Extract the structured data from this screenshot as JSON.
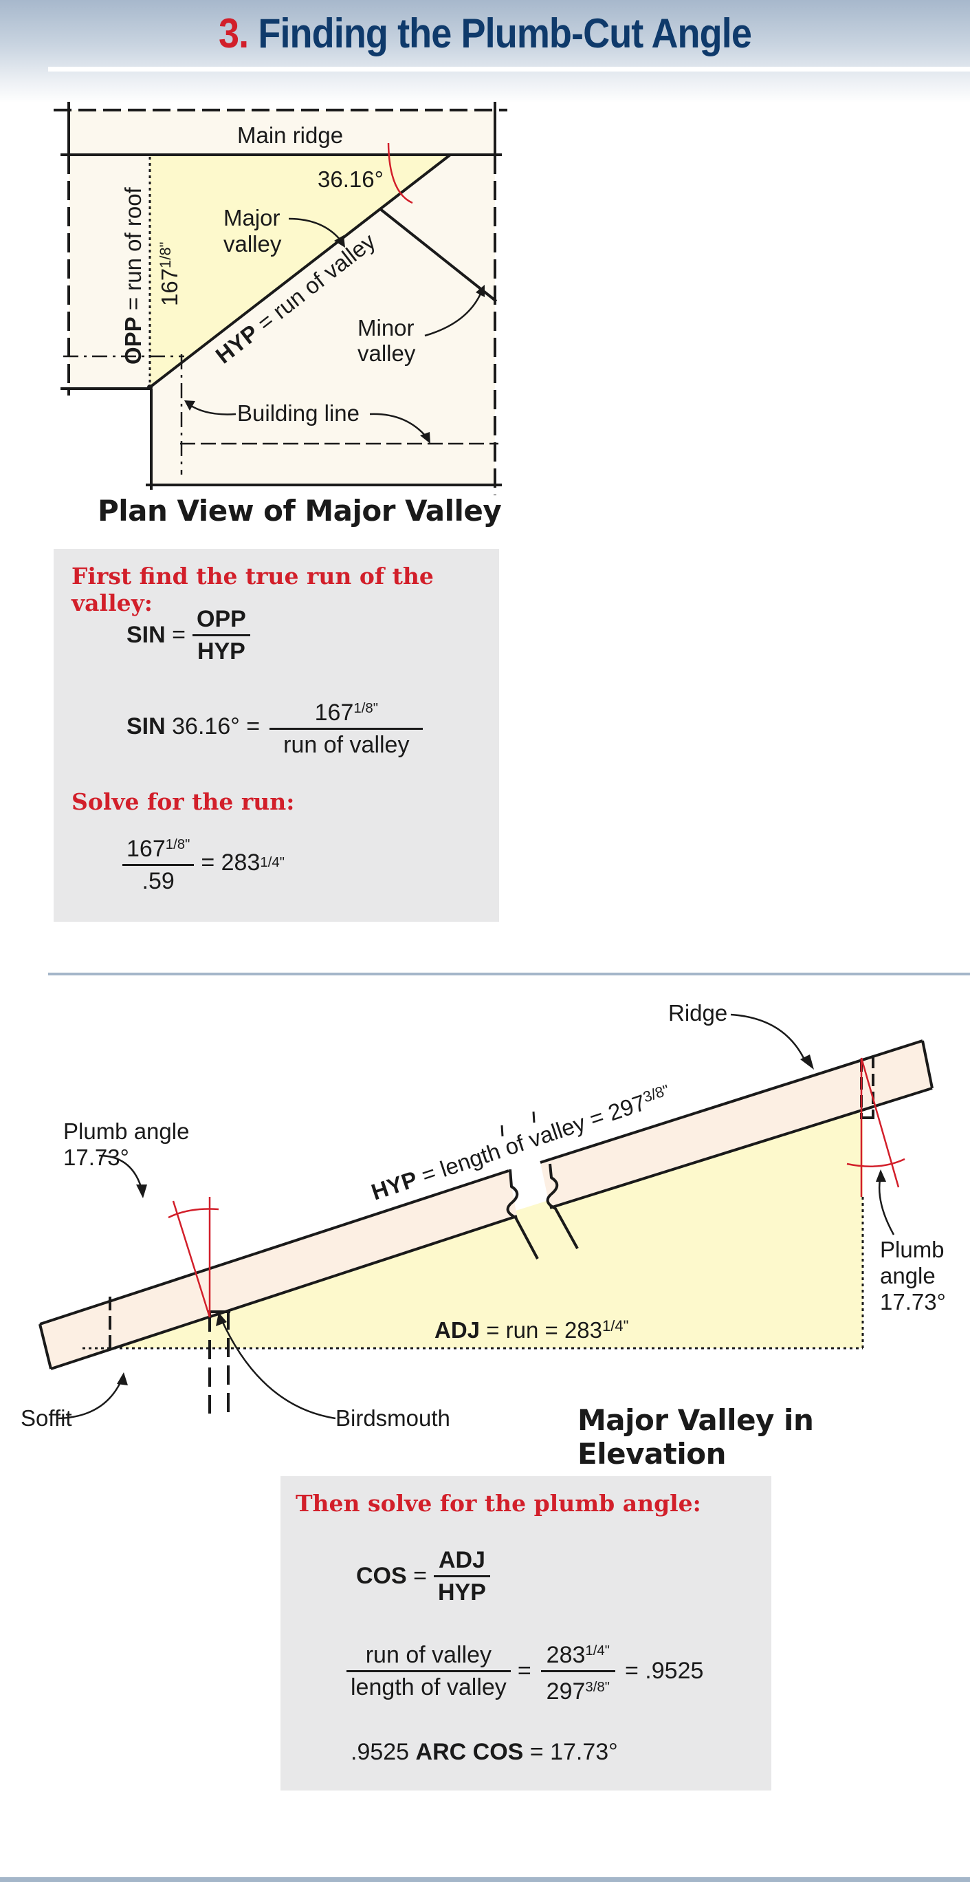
{
  "header": {
    "number": "3.",
    "title": "Finding the Plumb-Cut Angle"
  },
  "plan_view": {
    "caption": "Plan View of Major Valley",
    "labels": {
      "main_ridge": "Main ridge",
      "angle": "36.16°",
      "major_valley_1": "Major",
      "major_valley_2": "valley",
      "opp_bold": "OPP",
      "opp_rest": " = run of roof",
      "opp_value": "167",
      "opp_value_frac": "1/8\"",
      "hyp_bold": "HYP",
      "hyp_rest": " = run of valley",
      "minor_valley_1": "Minor",
      "minor_valley_2": "valley",
      "building_line": "Building line"
    }
  },
  "formula_box_1": {
    "heading_1": "First find the true run of the valley:",
    "sin_label": "SIN",
    "equals": "=",
    "opp": "OPP",
    "hyp": "HYP",
    "sin_angle": "36.16°",
    "num_whole": "167",
    "num_frac": "1/8\"",
    "den_text": "run of valley",
    "heading_2": "Solve for the run:",
    "run_den": ".59",
    "run_result_whole": "283",
    "run_result_frac": "1/4\""
  },
  "elevation_view": {
    "caption": "Major Valley in Elevation",
    "labels": {
      "ridge": "Ridge",
      "plumb_angle_left_1": "Plumb angle",
      "plumb_angle_left_2": "17.73°",
      "hyp_bold": "HYP",
      "hyp_rest": " = length of valley = 297",
      "hyp_frac": "3/8\"",
      "adj_bold": "ADJ",
      "adj_rest": " = run = 283",
      "adj_frac": "1/4\"",
      "plumb_right_1": "Plumb",
      "plumb_right_2": "angle",
      "plumb_right_3": "17.73°",
      "soffit": "Soffit",
      "birdsmouth": "Birdsmouth"
    }
  },
  "formula_box_2": {
    "heading": "Then solve for the plumb angle:",
    "cos_label": "COS",
    "equals": "=",
    "adj": "ADJ",
    "hyp": "HYP",
    "run_of_valley": "run of valley",
    "length_of_valley": "length of valley",
    "num_whole": "283",
    "num_frac": "1/4\"",
    "den_whole": "297",
    "den_frac": "3/8\"",
    "ratio_result": "= .9525",
    "arccos_value": ".9525",
    "arccos_label": "ARC COS",
    "arccos_result": "= 17.73°"
  },
  "colors": {
    "title_blue": "#0f3a6b",
    "accent_red": "#d21f2a",
    "yellow_fill": "#fdf9cc",
    "cream_fill": "#fcf8ee",
    "rafter_fill": "#fcefe3",
    "box_gray": "#e8e8e9",
    "rule_blue": "#a4b6c9"
  }
}
